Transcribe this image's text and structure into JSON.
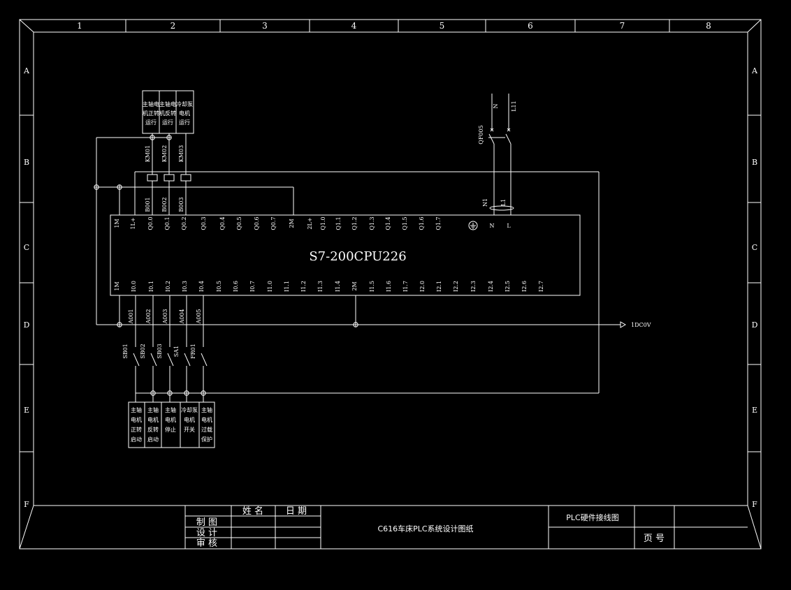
{
  "frame": {
    "columns": [
      "1",
      "2",
      "3",
      "4",
      "5",
      "6",
      "7",
      "8"
    ],
    "rows": [
      "A",
      "B",
      "C",
      "D",
      "E",
      "F"
    ]
  },
  "plc": {
    "model": "S7-200CPU226",
    "top_terminals": [
      "1M",
      "1L+",
      "Q0.0",
      "Q0.1",
      "Q0.2",
      "Q0.3",
      "Q0.4",
      "Q0.5",
      "Q0.6",
      "Q0.7",
      "2M",
      "2L+",
      "Q1.0",
      "Q1.1",
      "Q1.2",
      "Q1.3",
      "Q1.4",
      "Q1.5",
      "Q1.6",
      "Q1.7",
      "N",
      "L"
    ],
    "bottom_terminals": [
      "1M",
      "I0.0",
      "I0.1",
      "I0.2",
      "I0.3",
      "I0.4",
      "I0.5",
      "I0.6",
      "I0.7",
      "I1.0",
      "I1.1",
      "I1.2",
      "I1.3",
      "I1.4",
      "2M",
      "I1.5",
      "I1.6",
      "I1.7",
      "I2.0",
      "I2.1",
      "I2.2",
      "I2.3",
      "I2.4",
      "I2.5",
      "I2.6",
      "I2.7"
    ],
    "ground_icon": "ground-icon"
  },
  "outputs": {
    "labels": [
      [
        "主轴电",
        "机正转",
        "运行"
      ],
      [
        "主轴电",
        "机反转",
        "运行"
      ],
      [
        "冷却泵",
        "电机",
        "运行"
      ]
    ],
    "coils": [
      "KM01",
      "KM02",
      "KM03"
    ],
    "wires": [
      "B001",
      "B002",
      "B003"
    ]
  },
  "inputs": {
    "wires": [
      "A001",
      "A002",
      "A003",
      "A004",
      "A005"
    ],
    "switches": [
      "SB01",
      "SB02",
      "SB03",
      "SA1",
      "FR01"
    ],
    "labels": [
      [
        "主轴",
        "电机",
        "正转",
        "启动"
      ],
      [
        "主轴",
        "电机",
        "反转",
        "启动"
      ],
      [
        "主轴",
        "电机",
        "停止"
      ],
      [
        "冷却泵",
        "电机",
        "开关"
      ],
      [
        "主轴",
        "电机",
        "过载",
        "保护"
      ]
    ]
  },
  "power": {
    "supply_labels": [
      "N",
      "L11"
    ],
    "breaker": "QF005",
    "wire_labels": [
      "N1",
      "L1"
    ],
    "dc_label": "1DC0V"
  },
  "title_block": {
    "name_header": "姓 名",
    "date_header": "日 期",
    "row_labels": [
      "制 图",
      "设 计",
      "审 核"
    ],
    "project_title": "C616车床PLC系统设计图纸",
    "drawing_name": "PLC硬件接线图",
    "page_label": "页 号"
  }
}
